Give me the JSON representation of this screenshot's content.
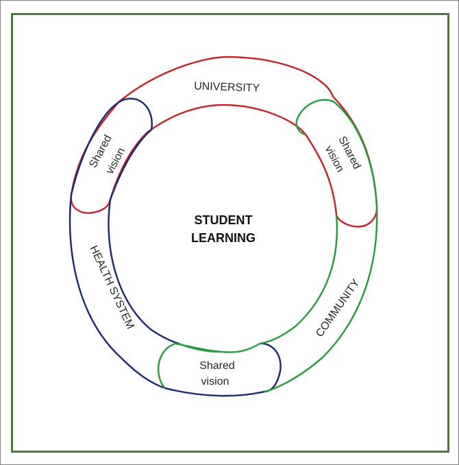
{
  "diagram": {
    "center": {
      "line1": "STUDENT",
      "line2": "LEARNING"
    },
    "sectors": {
      "top": "UNIVERSITY",
      "left": "HEALTH SYSTEM",
      "right": "COMMUNITY"
    },
    "shared_vision": {
      "left": {
        "line1": "Shared",
        "line2": "vision"
      },
      "right": {
        "line1": "Shared",
        "line2": "vision"
      },
      "bottom": {
        "line1": "Shared",
        "line2": "vision"
      }
    },
    "colors": {
      "university": "#c0282d",
      "health_system": "#1f2d6e",
      "community": "#2e9a45",
      "frame": "#4a7a3a"
    }
  }
}
